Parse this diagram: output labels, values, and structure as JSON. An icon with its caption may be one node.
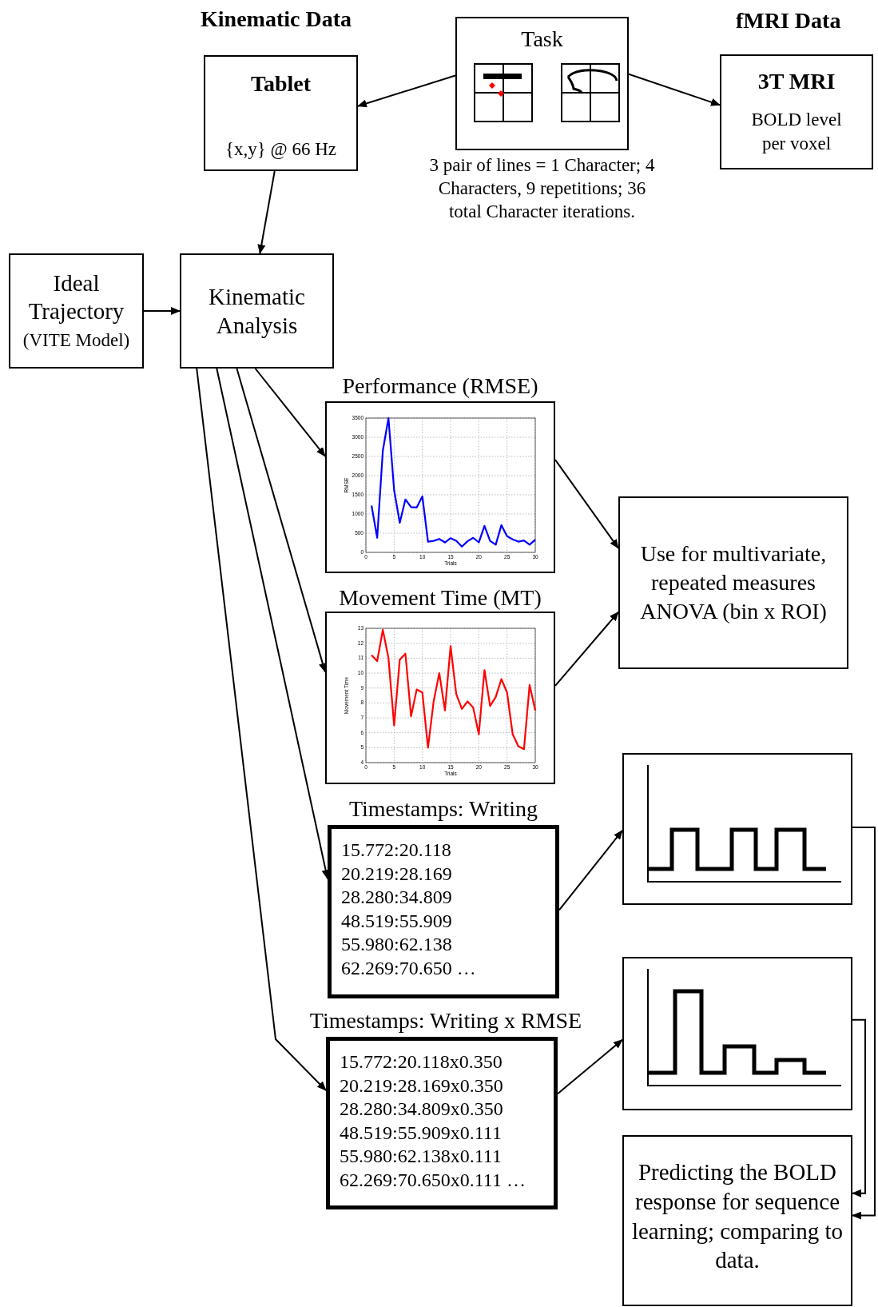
{
  "diagram": {
    "nodes": [
      {
        "text": [
          "Tablet",
          "{x,y} @ 66 Hz"
        ]
      },
      {
        "text": [
          "Task"
        ],
        "beside": [
          "3 pair of lines = 1 Character; 4 Characters, 9 repetitions; 36 total Character iterations."
        ]
      },
      {
        "text": [
          "3T MRI",
          "BOLD level per voxel"
        ]
      },
      {
        "text": [
          "Ideal Trajectory",
          "(VITE Model)"
        ]
      },
      {
        "text": [
          "Kinematic Analysis"
        ]
      },
      {
        "text": [
          "Performance (RMSE)"
        ]
      },
      {
        "text": [
          "Movement Time (MT)"
        ]
      },
      {
        "text": [
          "Use for multivariate, repeated measures ANOVA (bin x ROI)"
        ]
      },
      {
        "text": [
          "Timestamps: Writing",
          "15.772:20.118",
          "20.219:28.169",
          "28.280:34.809",
          "48.519:55.909",
          "55.980:62.138",
          "62.269:70.650 …"
        ]
      },
      {
        "text": [
          "Timestamps: Writing x RMSE",
          "15.772:20.118x0.350",
          "20.219:28.169x0.350",
          "28.280:34.809x0.350",
          "48.519:55.909x0.111",
          "55.980:62.138x0.111",
          "62.269:70.650x0.111 …"
        ]
      },
      {
        "text": [],
        "shape": "picture"
      },
      {
        "text": [],
        "shape": "picture"
      },
      {
        "text": [
          "Predicting the BOLD response for sequence learning; comparing to data."
        ]
      }
    ],
    "edges": [
      {
        "from": 1,
        "to": 0,
        "arrow": "to"
      },
      {
        "from": 1,
        "to": 2,
        "arrow": "to"
      },
      {
        "from": 0,
        "to": 4,
        "arrow": "to"
      },
      {
        "from": 3,
        "to": 4,
        "arrow": "to"
      },
      {
        "from": 4,
        "to": 5,
        "arrow": "to"
      },
      {
        "from": 4,
        "to": 6,
        "arrow": "to"
      },
      {
        "from": 4,
        "to": 8,
        "arrow": "to"
      },
      {
        "from": 4,
        "to": 9,
        "arrow": "to"
      },
      {
        "from": 5,
        "to": 7,
        "arrow": "to"
      },
      {
        "from": 6,
        "to": 7,
        "arrow": "to"
      },
      {
        "from": 8,
        "to": 10,
        "arrow": "to"
      },
      {
        "from": 9,
        "to": 11,
        "arrow": "to"
      },
      {
        "from": 10,
        "to": 12,
        "arrow": "to"
      },
      {
        "from": 11,
        "to": 12,
        "arrow": "to"
      }
    ],
    "labels": [
      "Kinematic Data",
      "fMRI Data"
    ],
    "chart_data": [
      {
        "type": "line",
        "xlabel": "Trials",
        "ylabel": "RMSE",
        "x": [
          1,
          2,
          3,
          4,
          5,
          6,
          7,
          8,
          9,
          10,
          11,
          12,
          13,
          14,
          15,
          16,
          17,
          18,
          19,
          20,
          21,
          22,
          23,
          24,
          25,
          26,
          27,
          28,
          29,
          30
        ],
        "series": [
          {
            "color": "#0000ff",
            "values": [
              1220,
              380,
              2650,
              3500,
              1620,
              770,
              1380,
              1180,
              1170,
              1460,
              280,
              300,
              350,
              260,
              370,
              300,
              150,
              290,
              380,
              260,
              690,
              300,
              200,
              710,
              420,
              340,
              280,
              310,
              200,
              330
            ]
          }
        ],
        "grid": true,
        "xlim": [
          0,
          30
        ],
        "ylim": [
          0,
          3500
        ],
        "xticks": [
          0,
          5,
          10,
          15,
          20,
          25,
          30
        ],
        "yticks": [
          0,
          500,
          1000,
          1500,
          2000,
          2500,
          3000,
          3500
        ]
      },
      {
        "type": "line",
        "xlabel": "Trials",
        "ylabel": "Movement Time",
        "x": [
          1,
          2,
          3,
          4,
          5,
          6,
          7,
          8,
          9,
          10,
          11,
          12,
          13,
          14,
          15,
          16,
          17,
          18,
          19,
          20,
          21,
          22,
          23,
          24,
          25,
          26,
          27,
          28,
          29,
          30
        ],
        "series": [
          {
            "color": "#ff0000",
            "values": [
              11.2,
              10.8,
              12.9,
              11.0,
              6.5,
              10.9,
              11.3,
              7.1,
              8.9,
              8.7,
              5.0,
              8.1,
              10.0,
              7.5,
              11.8,
              8.6,
              7.6,
              8.1,
              7.7,
              5.9,
              10.2,
              7.8,
              8.4,
              9.6,
              8.7,
              5.9,
              5.1,
              4.9,
              9.2,
              7.5
            ]
          }
        ],
        "grid": true,
        "xlim": [
          0,
          30
        ],
        "ylim": [
          4,
          13
        ],
        "xticks": [
          0,
          5,
          10,
          15,
          20,
          25,
          30
        ],
        "yticks": [
          4,
          5,
          6,
          7,
          8,
          9,
          10,
          11,
          12,
          13
        ]
      }
    ]
  }
}
